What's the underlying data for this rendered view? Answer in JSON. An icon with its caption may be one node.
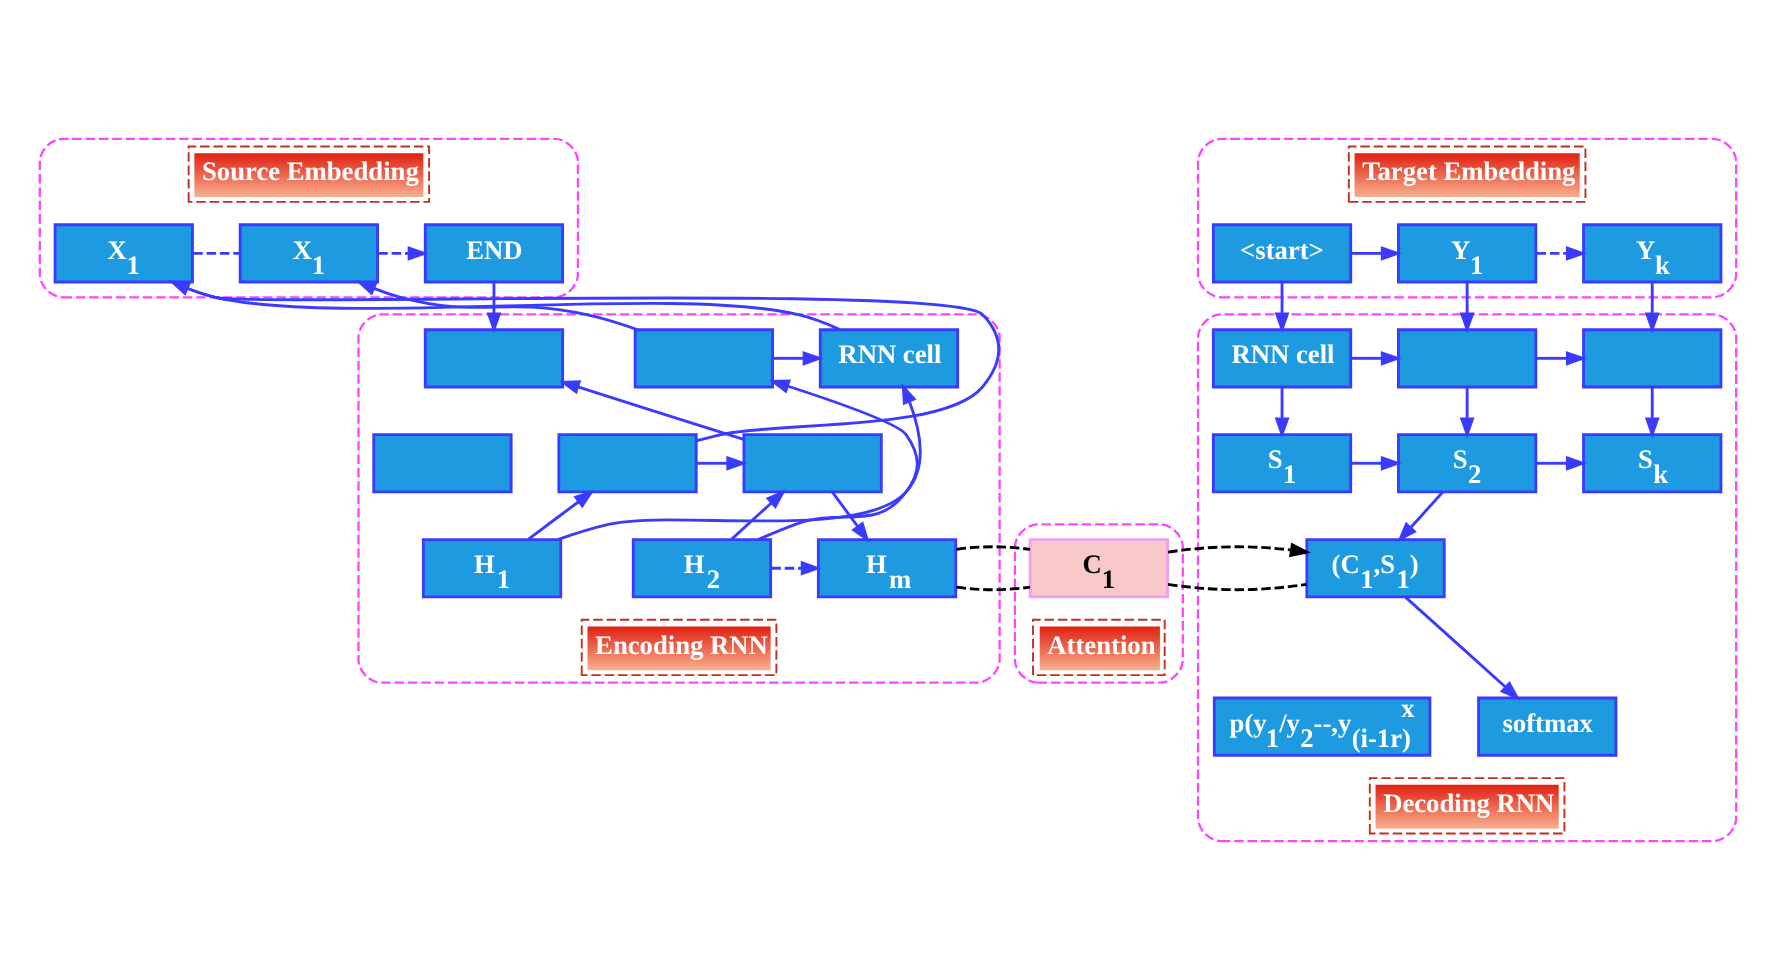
{
  "diagram": {
    "nodes": [
      {
        "text": [
          "Source Embedding"
        ]
      },
      {
        "text": [
          "X$_{1}$"
        ],
        "in": 0
      },
      {
        "text": [
          "X$_{1}$"
        ],
        "in": 0
      },
      {
        "text": [
          "END"
        ],
        "in": 0
      },
      {
        "text": [
          "Encoding RNN"
        ]
      },
      {
        "text": [
          "RNN cell"
        ],
        "in": 4
      },
      {
        "text": [],
        "shape": "box",
        "in": 4
      },
      {
        "text": [],
        "shape": "box",
        "in": 4
      },
      {
        "text": [],
        "shape": "box",
        "in": 4
      },
      {
        "text": [],
        "shape": "box",
        "in": 4
      },
      {
        "text": [],
        "shape": "box",
        "in": 4
      },
      {
        "text": [
          "H$_{1}$"
        ],
        "in": 4
      },
      {
        "text": [
          "H$_{2}$"
        ],
        "in": 4
      },
      {
        "text": [
          "H$_{m}$"
        ],
        "in": 4
      },
      {
        "text": [
          "Attention"
        ]
      },
      {
        "text": [
          "C$_{1}$"
        ],
        "in": 14
      },
      {
        "text": [
          "Target Embedding"
        ]
      },
      {
        "text": [
          "<start>"
        ],
        "in": 16
      },
      {
        "text": [
          "Y$_{1}$"
        ],
        "in": 16
      },
      {
        "text": [
          "Y$_{k}$"
        ],
        "in": 16
      },
      {
        "text": [
          "Decoding RNN"
        ]
      },
      {
        "text": [
          "RNN cell"
        ],
        "in": 20
      },
      {
        "text": [],
        "shape": "box",
        "in": 20
      },
      {
        "text": [],
        "shape": "box",
        "in": 20
      },
      {
        "text": [
          "S$_{1}$"
        ],
        "in": 20
      },
      {
        "text": [
          "S$_{2}$"
        ],
        "in": 20
      },
      {
        "text": [
          "S$_{k}$"
        ],
        "in": 20
      },
      {
        "text": [
          "(C$_{1}$,S$_{1}$)"
        ],
        "in": 20
      },
      {
        "text": [
          "p(y$_{1}$/y$_{2}$--,y$_{(i-1r)}$$^{x}$"
        ],
        "in": 20
      },
      {
        "text": [
          "softmax"
        ],
        "in": 20
      }
    ],
    "edges": [
      {
        "from": 1,
        "to": 2,
        "arrow": "none",
        "style": "dashed"
      },
      {
        "from": 2,
        "to": 3,
        "arrow": "to",
        "style": "dashed"
      },
      {
        "from": 3,
        "to": 7,
        "arrow": "to"
      },
      {
        "from": 5,
        "to": 1,
        "arrow": "to"
      },
      {
        "from": 6,
        "to": 5,
        "arrow": "to"
      },
      {
        "from": 6,
        "to": 2,
        "arrow": "to"
      },
      {
        "from": 8,
        "to": 1,
        "arrow": "to"
      },
      {
        "from": 11,
        "to": 5,
        "arrow": "to"
      },
      {
        "from": 11,
        "to": 8,
        "arrow": "to"
      },
      {
        "from": 8,
        "to": 9,
        "arrow": "to"
      },
      {
        "from": 12,
        "to": 9,
        "arrow": "to"
      },
      {
        "from": 12,
        "to": 6,
        "arrow": "to"
      },
      {
        "from": 9,
        "to": 7,
        "arrow": "to"
      },
      {
        "from": 9,
        "to": 13,
        "arrow": "to"
      },
      {
        "from": 12,
        "to": 13,
        "arrow": "to",
        "style": "dashed"
      },
      {
        "from": 13,
        "to": 15,
        "arrow": "none",
        "style": "dashed",
        "color": "#000000"
      },
      {
        "from": 15,
        "to": 27,
        "arrow": "none",
        "style": "dashed",
        "color": "#000000"
      },
      {
        "from": 15,
        "to": 27,
        "arrow": "to",
        "style": "dashed",
        "color": "#000000"
      },
      {
        "from": 17,
        "to": 18,
        "arrow": "to"
      },
      {
        "from": 18,
        "to": 19,
        "arrow": "to",
        "style": "dashed"
      },
      {
        "from": 17,
        "to": 21,
        "arrow": "to"
      },
      {
        "from": 18,
        "to": 22,
        "arrow": "to"
      },
      {
        "from": 19,
        "to": 23,
        "arrow": "to"
      },
      {
        "from": 21,
        "to": 22,
        "arrow": "to"
      },
      {
        "from": 22,
        "to": 23,
        "arrow": "to"
      },
      {
        "from": 21,
        "to": 24,
        "arrow": "to"
      },
      {
        "from": 22,
        "to": 25,
        "arrow": "to"
      },
      {
        "from": 23,
        "to": 26,
        "arrow": "to"
      },
      {
        "from": 24,
        "to": 25,
        "arrow": "to"
      },
      {
        "from": 25,
        "to": 26,
        "arrow": "to"
      },
      {
        "from": 25,
        "to": 27,
        "arrow": "to"
      },
      {
        "from": 27,
        "to": 29,
        "arrow": "to"
      }
    ]
  }
}
